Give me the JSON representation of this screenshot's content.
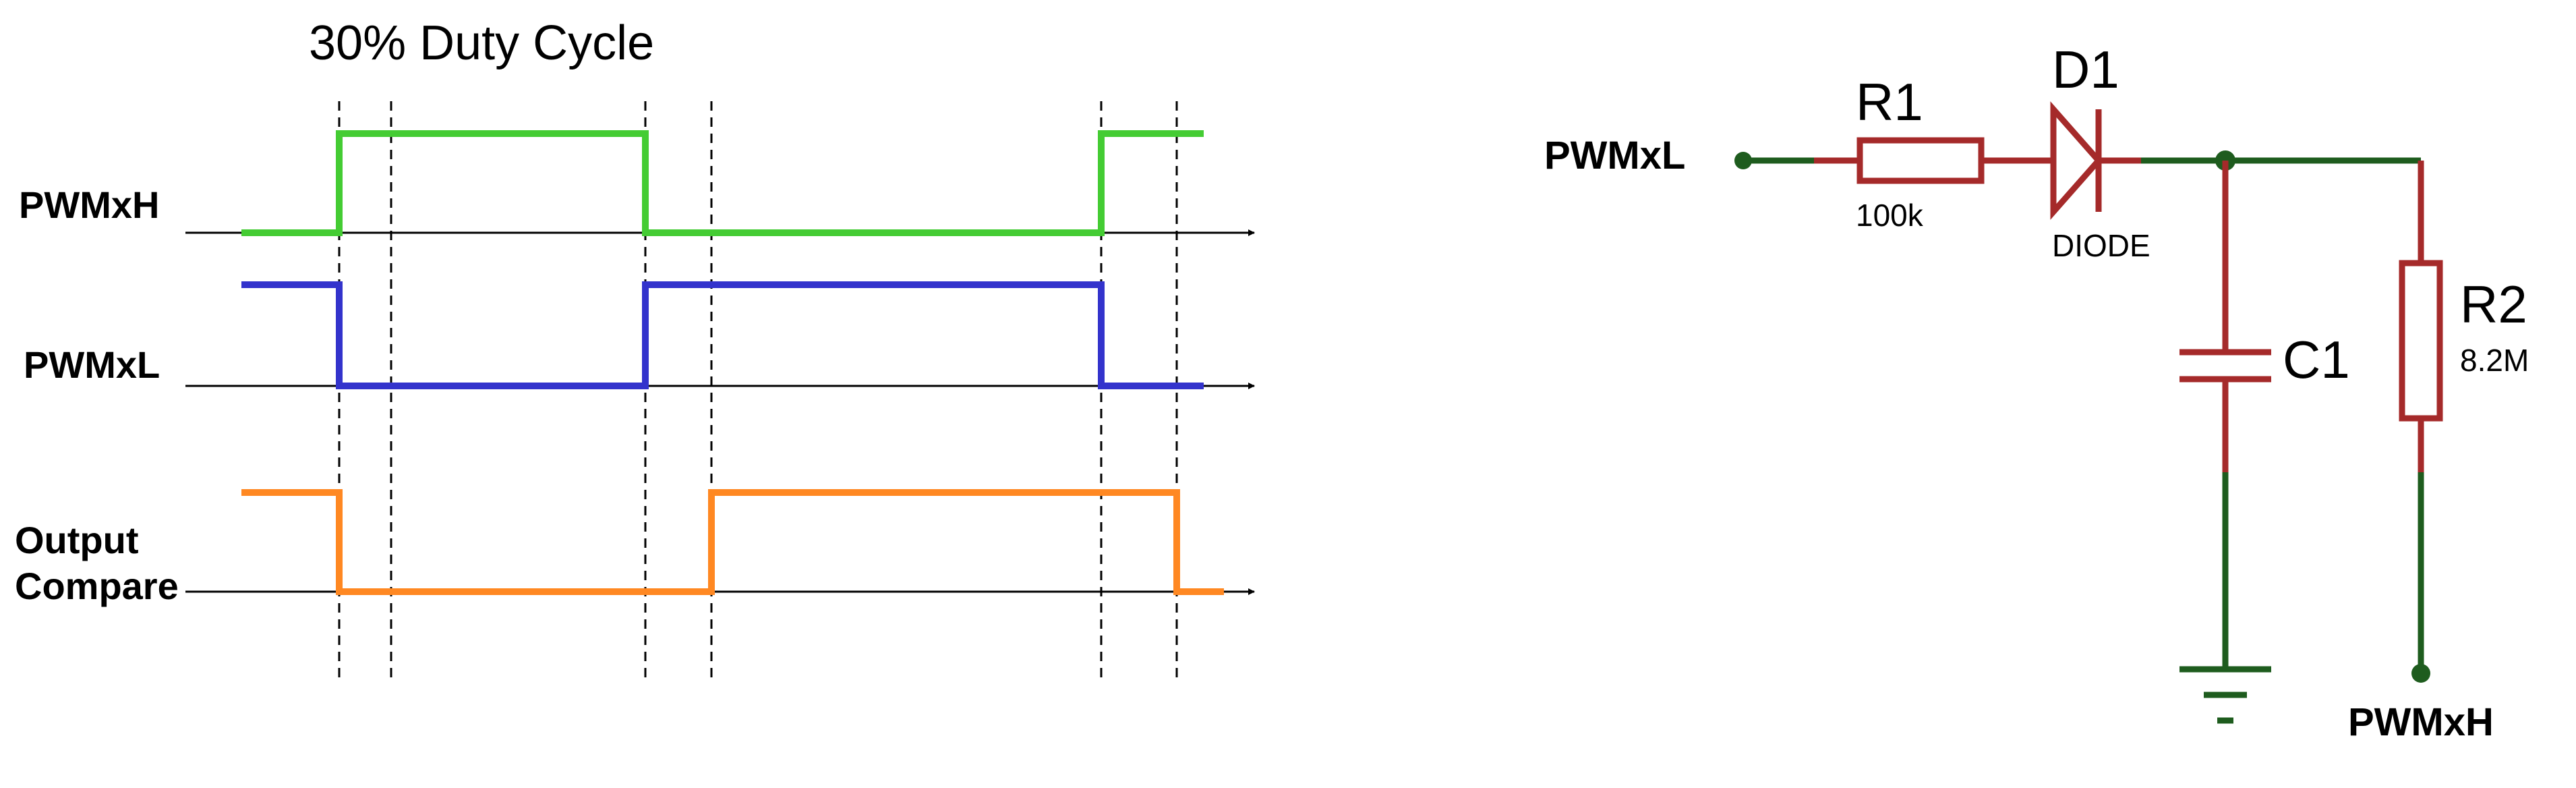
{
  "timing": {
    "title": "30% Duty Cycle",
    "signals": [
      {
        "label_lines": [
          "PWMxH"
        ],
        "color": "#44cc33"
      },
      {
        "label_lines": [
          "PWMxL"
        ],
        "color": "#3333cc"
      },
      {
        "label_lines": [
          "Output",
          "Compare"
        ],
        "color": "#ff8822"
      }
    ]
  },
  "schematic": {
    "input_net": "PWMxL",
    "output_net": "PWMxH",
    "r1": {
      "ref": "R1",
      "value": "100k"
    },
    "d1": {
      "ref": "D1",
      "value": "DIODE"
    },
    "c1": {
      "ref": "C1"
    },
    "r2": {
      "ref": "R2",
      "value": "8.2M"
    },
    "component_color": "#a52a2a",
    "wire_color": "#1e5c1e"
  }
}
